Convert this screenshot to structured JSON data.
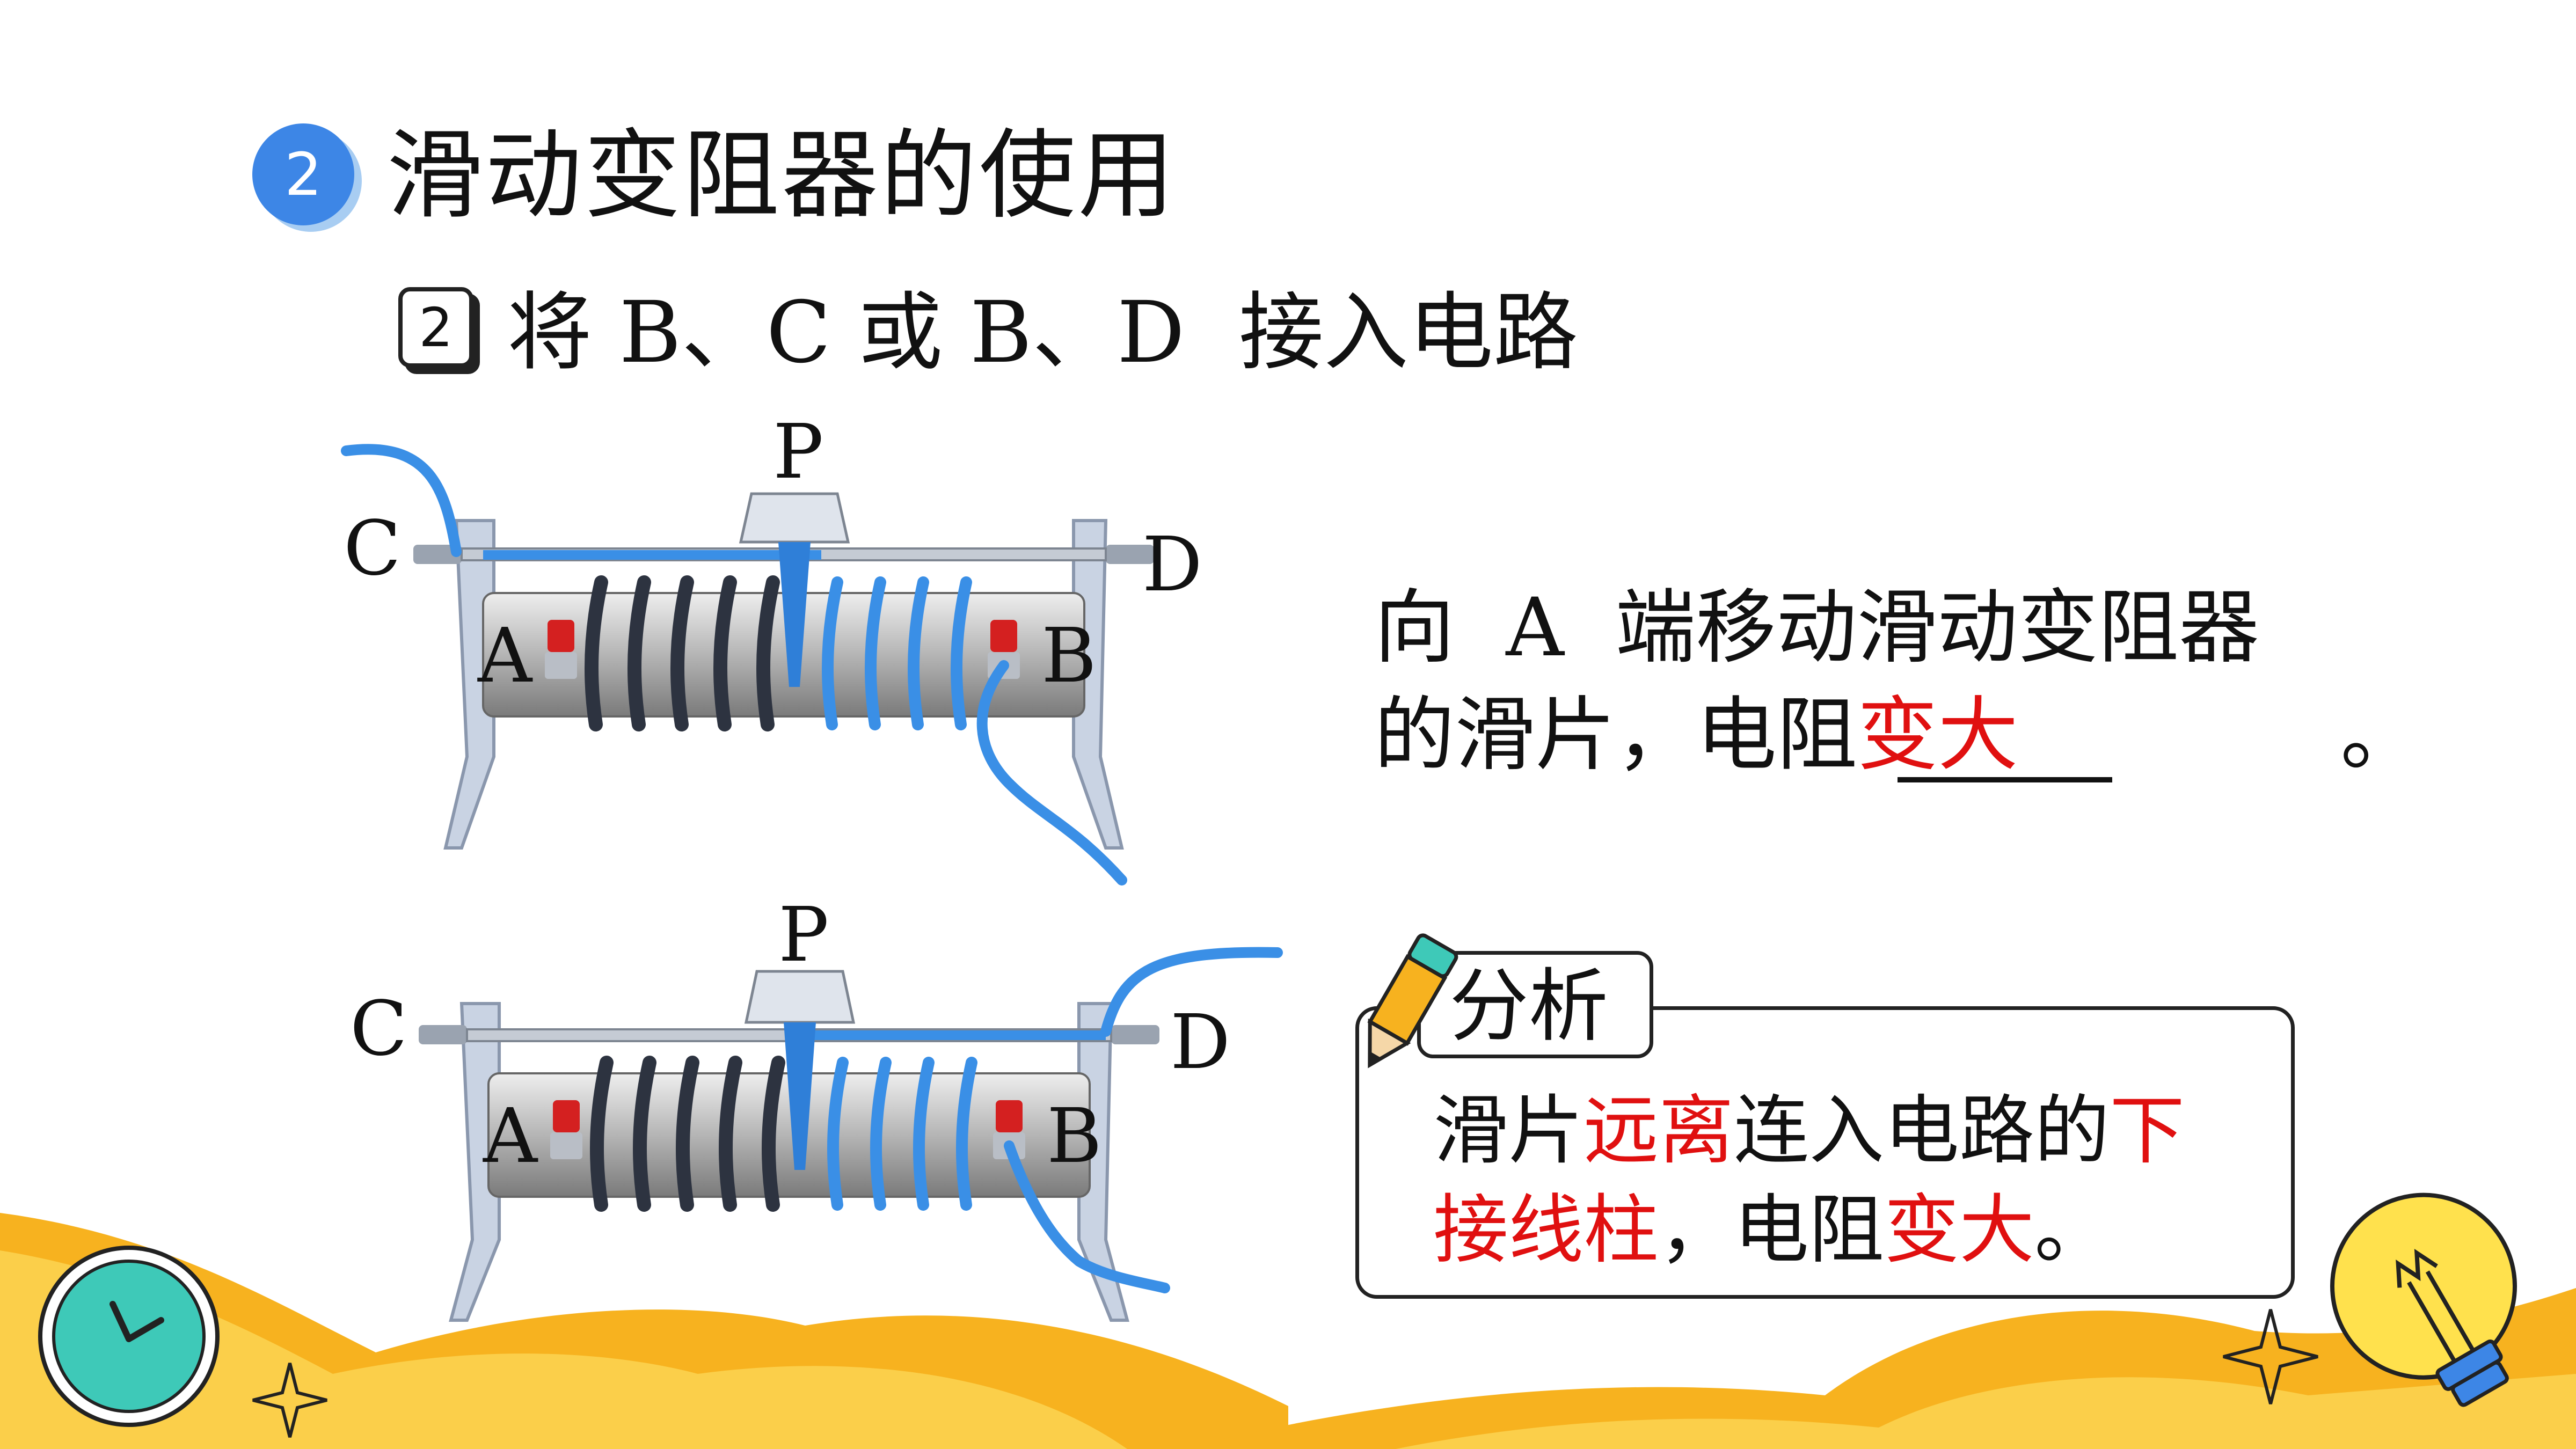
{
  "section": {
    "number": "2",
    "title": "滑动变阻器的使用"
  },
  "subsection": {
    "number": "2",
    "title": "将 B、C 或 B、D  接入电路"
  },
  "diagrams": {
    "top": {
      "slider": "P",
      "left_rod": "C",
      "right_rod": "D",
      "left_post": "A",
      "right_post": "B"
    },
    "bottom": {
      "slider": "P",
      "left_rod": "C",
      "right_rod": "D",
      "left_post": "A",
      "right_post": "B"
    }
  },
  "question": {
    "line1": "向  A  端移动滑动变阻器",
    "line2_prefix": "的滑片，电阻",
    "answer": "变大",
    "end": "。"
  },
  "analysis": {
    "label": "分析",
    "l1_a": "滑片",
    "l1_b": "远离",
    "l1_c": "连入电路的",
    "l1_d": "下",
    "l2_a": "接线柱",
    "l2_b": "，电阻",
    "l2_c": "变大",
    "l2_d": "。"
  },
  "colors": {
    "badge_blue": "#3d86e6",
    "wire_blue": "#3a8fe6",
    "answer_red": "#e01010",
    "wave_orange": "#f7b21f",
    "coil_dark": "#2d3340"
  },
  "icons": {
    "bottom_left": "clock-icon",
    "bottom_right": "lightbulb-icon",
    "analysis": "pencil-icon"
  }
}
